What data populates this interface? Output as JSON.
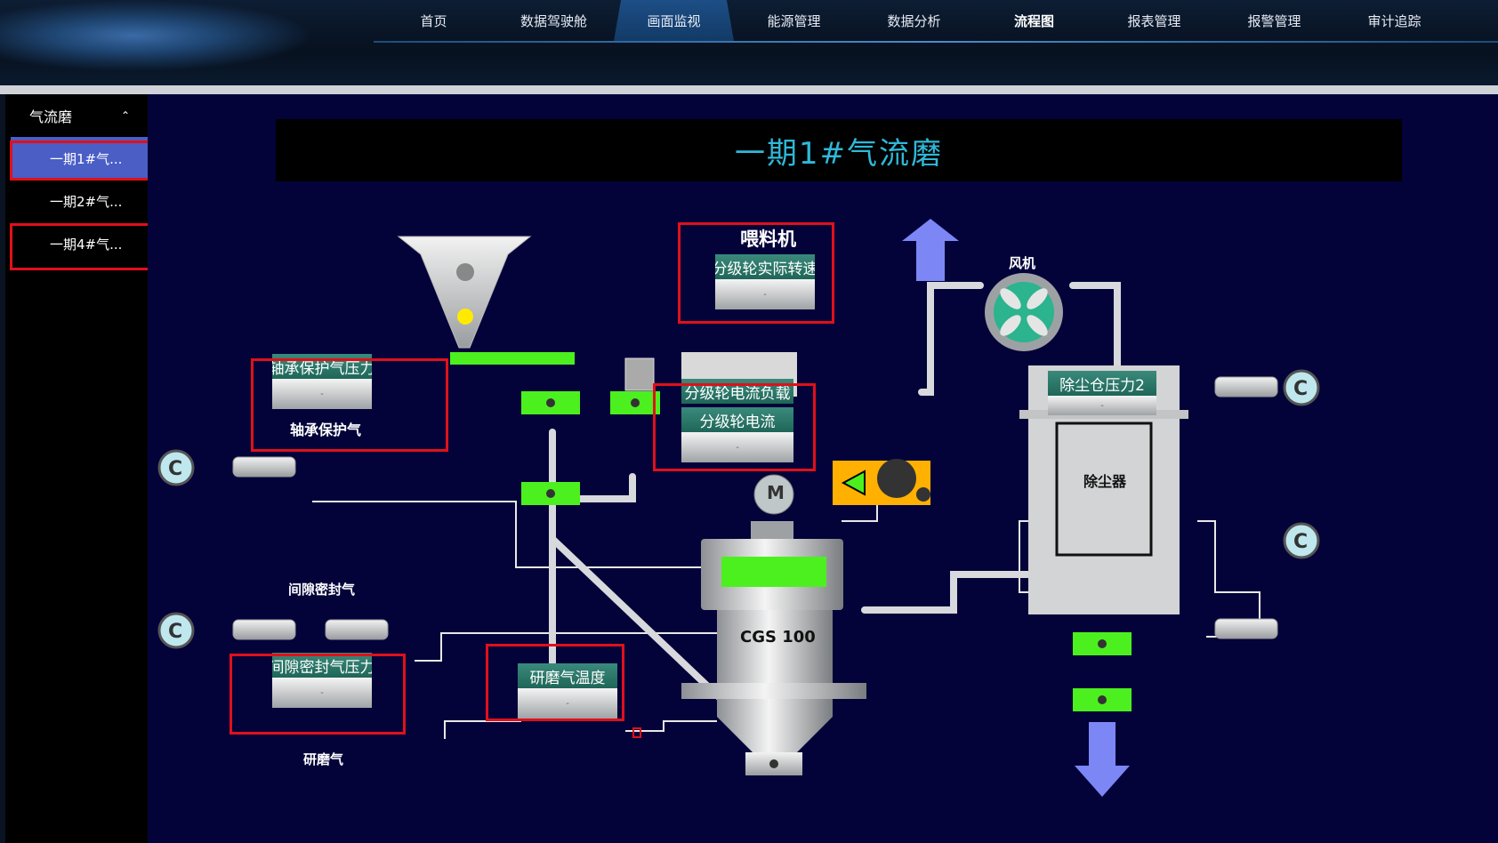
{
  "nav": {
    "items": [
      "首页",
      "数据驾驶舱",
      "画面监视",
      "能源管理",
      "数据分析",
      "流程图",
      "报表管理",
      "报警管理",
      "审计追踪"
    ]
  },
  "sidebar": {
    "group": "气流磨",
    "collapse_icon": "chevron-up-icon",
    "items": [
      "一期1#气...",
      "一期2#气...",
      "一期4#气..."
    ]
  },
  "diagram": {
    "title": "一期1#气流磨",
    "feeder_title": "喂料机",
    "fan_label": "风机",
    "dust_collector_label": "除尘器",
    "mill_label": "CGS 100",
    "motor_label": "M",
    "bearing_gas_label": "轴承保护气",
    "gap_seal_gas_label": "间隙密封气",
    "grinding_gas_label": "研磨气",
    "tags": {
      "classifier_speed": {
        "label": "分级轮实际转速",
        "value": "-"
      },
      "bearing_pressure": {
        "label": "轴承保护气压力",
        "value": "-"
      },
      "classifier_load": {
        "label": "分级轮电流负载",
        "value": ""
      },
      "classifier_current": {
        "label": "分级轮电流",
        "value": "-"
      },
      "dust_pressure2": {
        "label": "除尘仓压力2",
        "value": "-"
      },
      "gap_seal_pressure": {
        "label": "间隙密封气压力",
        "value": "-"
      },
      "grinding_temp": {
        "label": "研磨气温度",
        "value": "-"
      }
    }
  },
  "colors": {
    "canvas_bg": "#03033a",
    "title_text": "#2fb8d8",
    "valve_green": "#4cf01f",
    "highlight_red": "#e0101a",
    "sidebar_selected": "#4a5ec6",
    "arrow_blue": "#7c86f5"
  }
}
